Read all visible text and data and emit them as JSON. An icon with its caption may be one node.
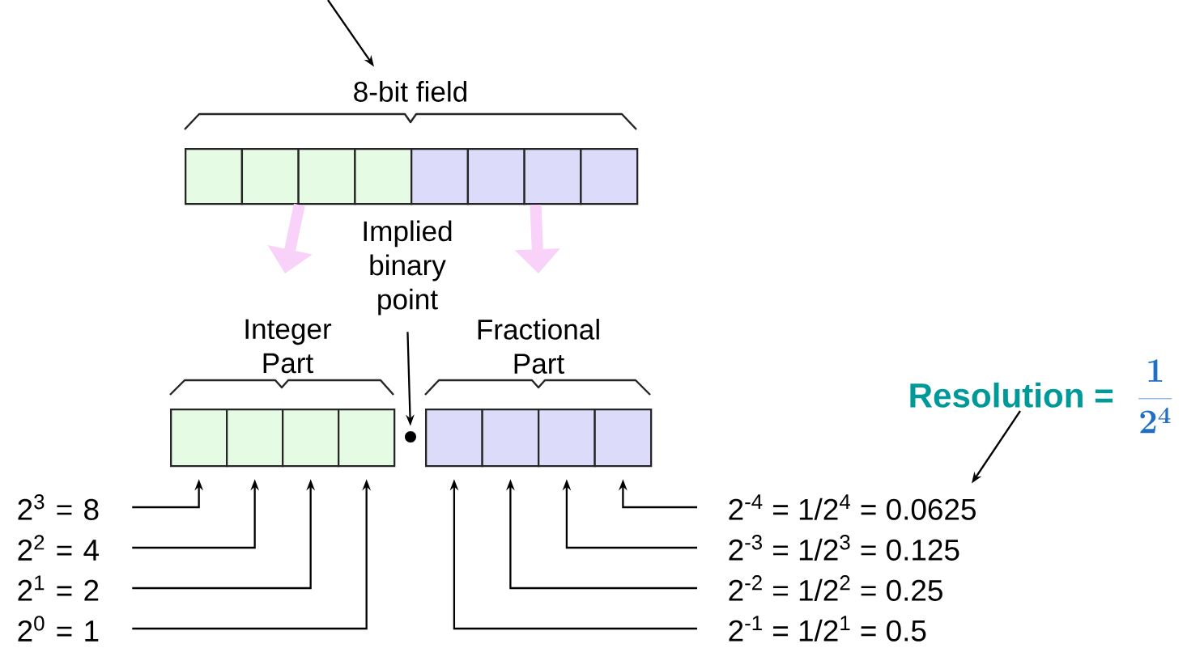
{
  "diagram": {
    "nodes": [
      {
        "text": [
          "8-bit field"
        ]
      },
      {
        "text": [],
        "shape": "box"
      },
      {
        "text": [],
        "shape": "box"
      },
      {
        "text": [],
        "shape": "box"
      },
      {
        "text": [],
        "shape": "box"
      },
      {
        "text": [],
        "shape": "box"
      },
      {
        "text": [],
        "shape": "box"
      },
      {
        "text": [],
        "shape": "box"
      },
      {
        "text": [],
        "shape": "box"
      },
      {
        "text": [
          "Implied binary point"
        ]
      },
      {
        "text": [
          "Integer Part"
        ]
      },
      {
        "text": [
          "Fractional Part"
        ]
      },
      {
        "text": [],
        "shape": "box"
      },
      {
        "text": [],
        "shape": "box"
      },
      {
        "text": [],
        "shape": "box"
      },
      {
        "text": [],
        "shape": "box"
      },
      {
        "text": [],
        "shape": "circle"
      },
      {
        "text": [],
        "shape": "box"
      },
      {
        "text": [],
        "shape": "box"
      },
      {
        "text": [],
        "shape": "box"
      },
      {
        "text": [],
        "shape": "box"
      },
      {
        "text": [
          "2$^{3}$ = 8"
        ]
      },
      {
        "text": [
          "2$^{2}$ = 4"
        ]
      },
      {
        "text": [
          "2$^{1}$ = 2"
        ]
      },
      {
        "text": [
          "2$^{0}$ = 1"
        ]
      },
      {
        "text": [
          "Resolution =",
          "\\frac{1}{2^{4}}"
        ]
      },
      {
        "text": [
          "2$^{-4}$ = 1/2$^{4}$ = 0.0625"
        ]
      },
      {
        "text": [
          "2$^{-3}$ = 1/2$^{3}$ = 0.125"
        ]
      },
      {
        "text": [
          "2$^{-2}$ = 1/2$^{2}$ = 0.25"
        ]
      },
      {
        "text": [
          "2$^{-1}$ = 1/2$^{1}$ = 0.5"
        ]
      }
    ],
    "edges": [
      {
        "from": null,
        "to": 0,
        "arrow": "to"
      },
      {
        "from": 2,
        "to": null,
        "arrow": "to",
        "style": "thick",
        "color": "#f8d2f8"
      },
      {
        "from": 7,
        "to": null,
        "arrow": "to",
        "style": "thick",
        "color": "#f8d2f8"
      },
      {
        "from": 9,
        "to": 16,
        "arrow": "to"
      },
      {
        "from": 21,
        "to": 12,
        "arrow": "to"
      },
      {
        "from": 22,
        "to": 13,
        "arrow": "to"
      },
      {
        "from": 23,
        "to": 14,
        "arrow": "to"
      },
      {
        "from": 24,
        "to": 15,
        "arrow": "to"
      },
      {
        "from": 26,
        "to": 20,
        "arrow": "to"
      },
      {
        "from": 27,
        "to": 19,
        "arrow": "to"
      },
      {
        "from": 28,
        "to": 18,
        "arrow": "to"
      },
      {
        "from": 29,
        "to": 17,
        "arrow": "to"
      },
      {
        "from": 25,
        "to": 26,
        "arrow": "to"
      }
    ]
  }
}
